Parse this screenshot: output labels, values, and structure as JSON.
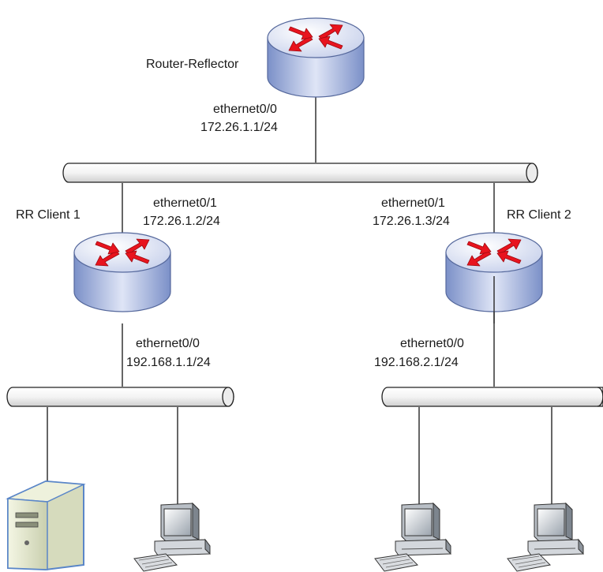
{
  "colors": {
    "router_body": "#8fa5d8",
    "router_top": "#f2f4fb",
    "arrow": "#e8141e",
    "bus_fill": "#f4f4f4",
    "server_body": "#e6ead0",
    "server_edge": "#5a86c8"
  },
  "routers": {
    "reflector": {
      "name": "Router-Reflector",
      "port": "ethernet0/0",
      "ip": "172.26.1.1/24"
    },
    "client1": {
      "name": "RR Client 1",
      "upper_port": "ethernet0/1",
      "upper_ip": "172.26.1.2/24",
      "lower_port": "ethernet0/0",
      "lower_ip": "192.168.1.1/24"
    },
    "client2": {
      "name": "RR Client 2",
      "upper_port": "ethernet0/1",
      "upper_ip": "172.26.1.3/24",
      "lower_port": "ethernet0/0",
      "lower_ip": "192.168.2.1/24"
    }
  },
  "icons": {
    "router": "router-icon",
    "bus": "ethernet-bus-icon",
    "server": "server-icon",
    "workstation": "workstation-icon"
  }
}
